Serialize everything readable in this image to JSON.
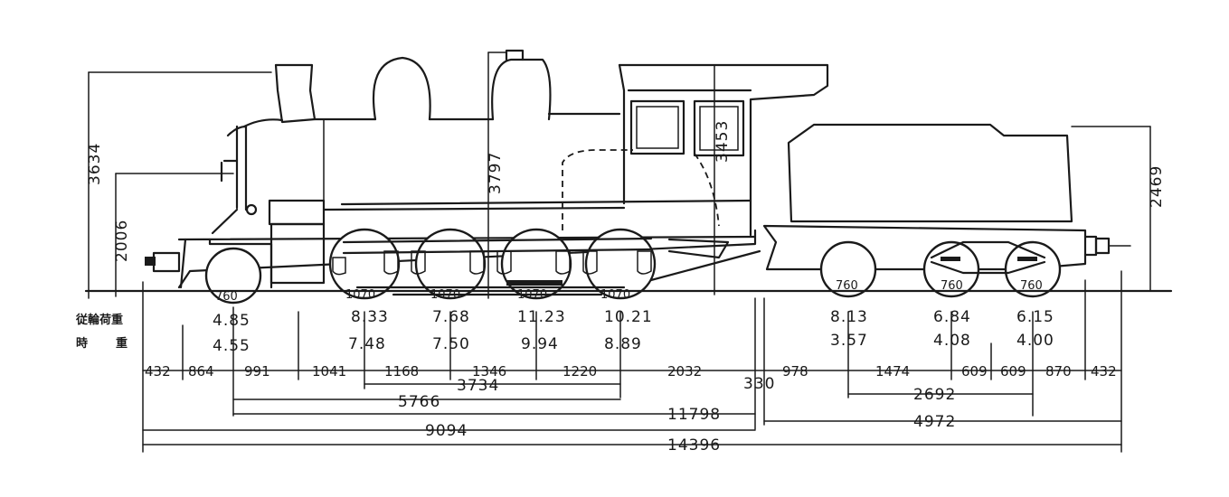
{
  "row_labels": {
    "load_label": "従輪荷重",
    "weight_label_a": "時",
    "weight_label_b": "重"
  },
  "heights": {
    "chimney_top": "3634",
    "boiler_center": "2006",
    "dome_top": "3797",
    "cab_roof": "3453",
    "tender_top": "2469"
  },
  "wheel_sizes": {
    "pony": "760",
    "driver_1": "1070",
    "driver_2": "1070",
    "driver_3": "1070",
    "driver_4": "1070",
    "tender_1": "760",
    "tender_2": "760",
    "tender_3": "760"
  },
  "loads_full": [
    "4.85",
    "8.33",
    "7.68",
    "11.23",
    "10.21",
    "8.13",
    "6.84",
    "6.15"
  ],
  "loads_empty": [
    "4.55",
    "7.48",
    "7.50",
    "9.94",
    "8.89",
    "3.57",
    "4.08",
    "4.00"
  ],
  "spacing": [
    "432",
    "864",
    "991",
    "1041",
    "1168",
    "1346",
    "1220",
    "2032",
    "978",
    "1474",
    "609",
    "609",
    "870",
    "432"
  ],
  "totals": {
    "driver_base": "3734",
    "engine_base": "5766",
    "engine_tender_base": "11798",
    "engine_length": "9094",
    "gap": "330",
    "tender_base": "2692",
    "tender_length": "4972",
    "overall_length": "14396"
  }
}
